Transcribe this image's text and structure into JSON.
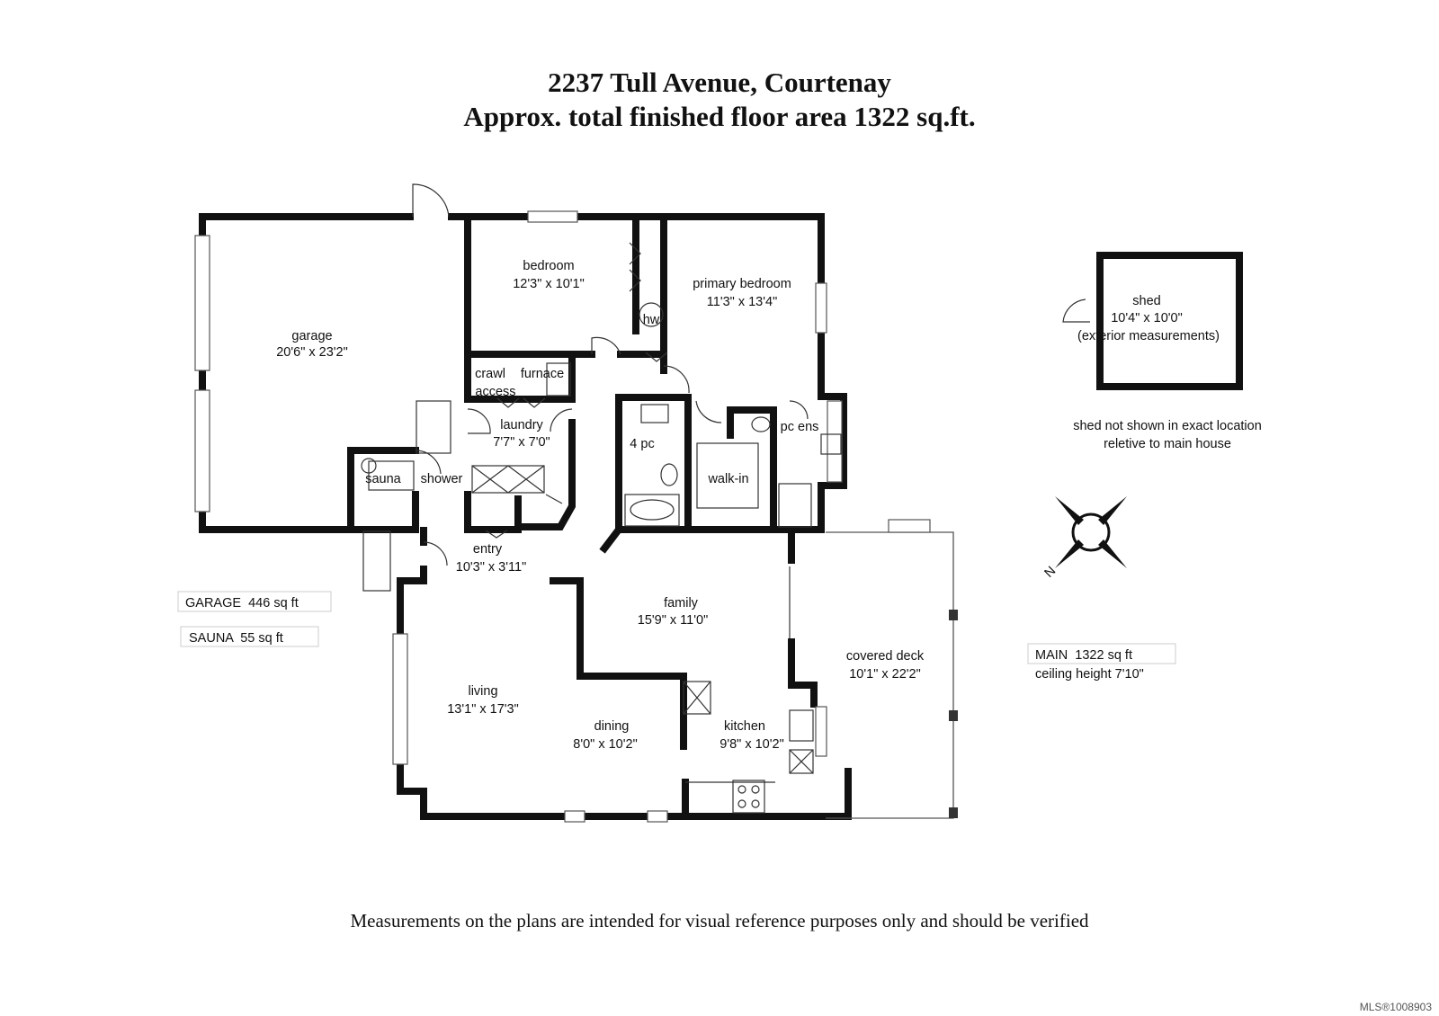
{
  "header": {
    "title": "2237 Tull Avenue, Courtenay",
    "subtitle": "Approx. total finished floor area 1322 sq.ft."
  },
  "rooms": {
    "garage": {
      "name": "garage",
      "dims": "20'6\" x 23'2\""
    },
    "bedroom": {
      "name": "bedroom",
      "dims": "12'3\" x 10'1\""
    },
    "primary_bedroom": {
      "name": "primary bedroom",
      "dims": "11'3\" x 13'4\""
    },
    "hw": {
      "name": "hw"
    },
    "crawl": {
      "name": "crawl",
      "name2": "access"
    },
    "furnace": {
      "name": "furnace"
    },
    "laundry": {
      "name": "laundry",
      "dims": "7'7\" x 7'0\""
    },
    "four_pc": {
      "name": "4 pc"
    },
    "three_pc_ens": {
      "name": "3 pc ens"
    },
    "walk_in": {
      "name": "walk-in"
    },
    "sauna": {
      "name": "sauna"
    },
    "shower": {
      "name": "shower"
    },
    "entry": {
      "name": "entry",
      "dims": "10'3\" x 3'11\""
    },
    "family": {
      "name": "family",
      "dims": "15'9\" x 11'0\""
    },
    "living": {
      "name": "living",
      "dims": "13'1\" x 17'3\""
    },
    "dining": {
      "name": "dining",
      "dims": "8'0\" x 10'2\""
    },
    "kitchen": {
      "name": "kitchen",
      "dims": "9'8\" x 10'2\""
    },
    "covered_deck": {
      "name": "covered deck",
      "dims": "10'1\" x 22'2\""
    },
    "shed": {
      "name": "shed",
      "dims": "10'4\" x 10'0\"",
      "note": "(exterior measurements)"
    }
  },
  "notes": {
    "shed_note_line1": "shed not shown in exact location",
    "shed_note_line2": "reletive to main house"
  },
  "area_boxes": {
    "garage": "GARAGE  446 sq ft",
    "sauna": "SAUNA  55 sq ft",
    "main": "MAIN  1322 sq ft",
    "ceiling": "ceiling height 7'10\""
  },
  "compass": {
    "label": "N"
  },
  "footer": {
    "disclaimer": "Measurements on the plans are intended for visual reference purposes only and should be verified",
    "mls": "MLS®1008903"
  }
}
